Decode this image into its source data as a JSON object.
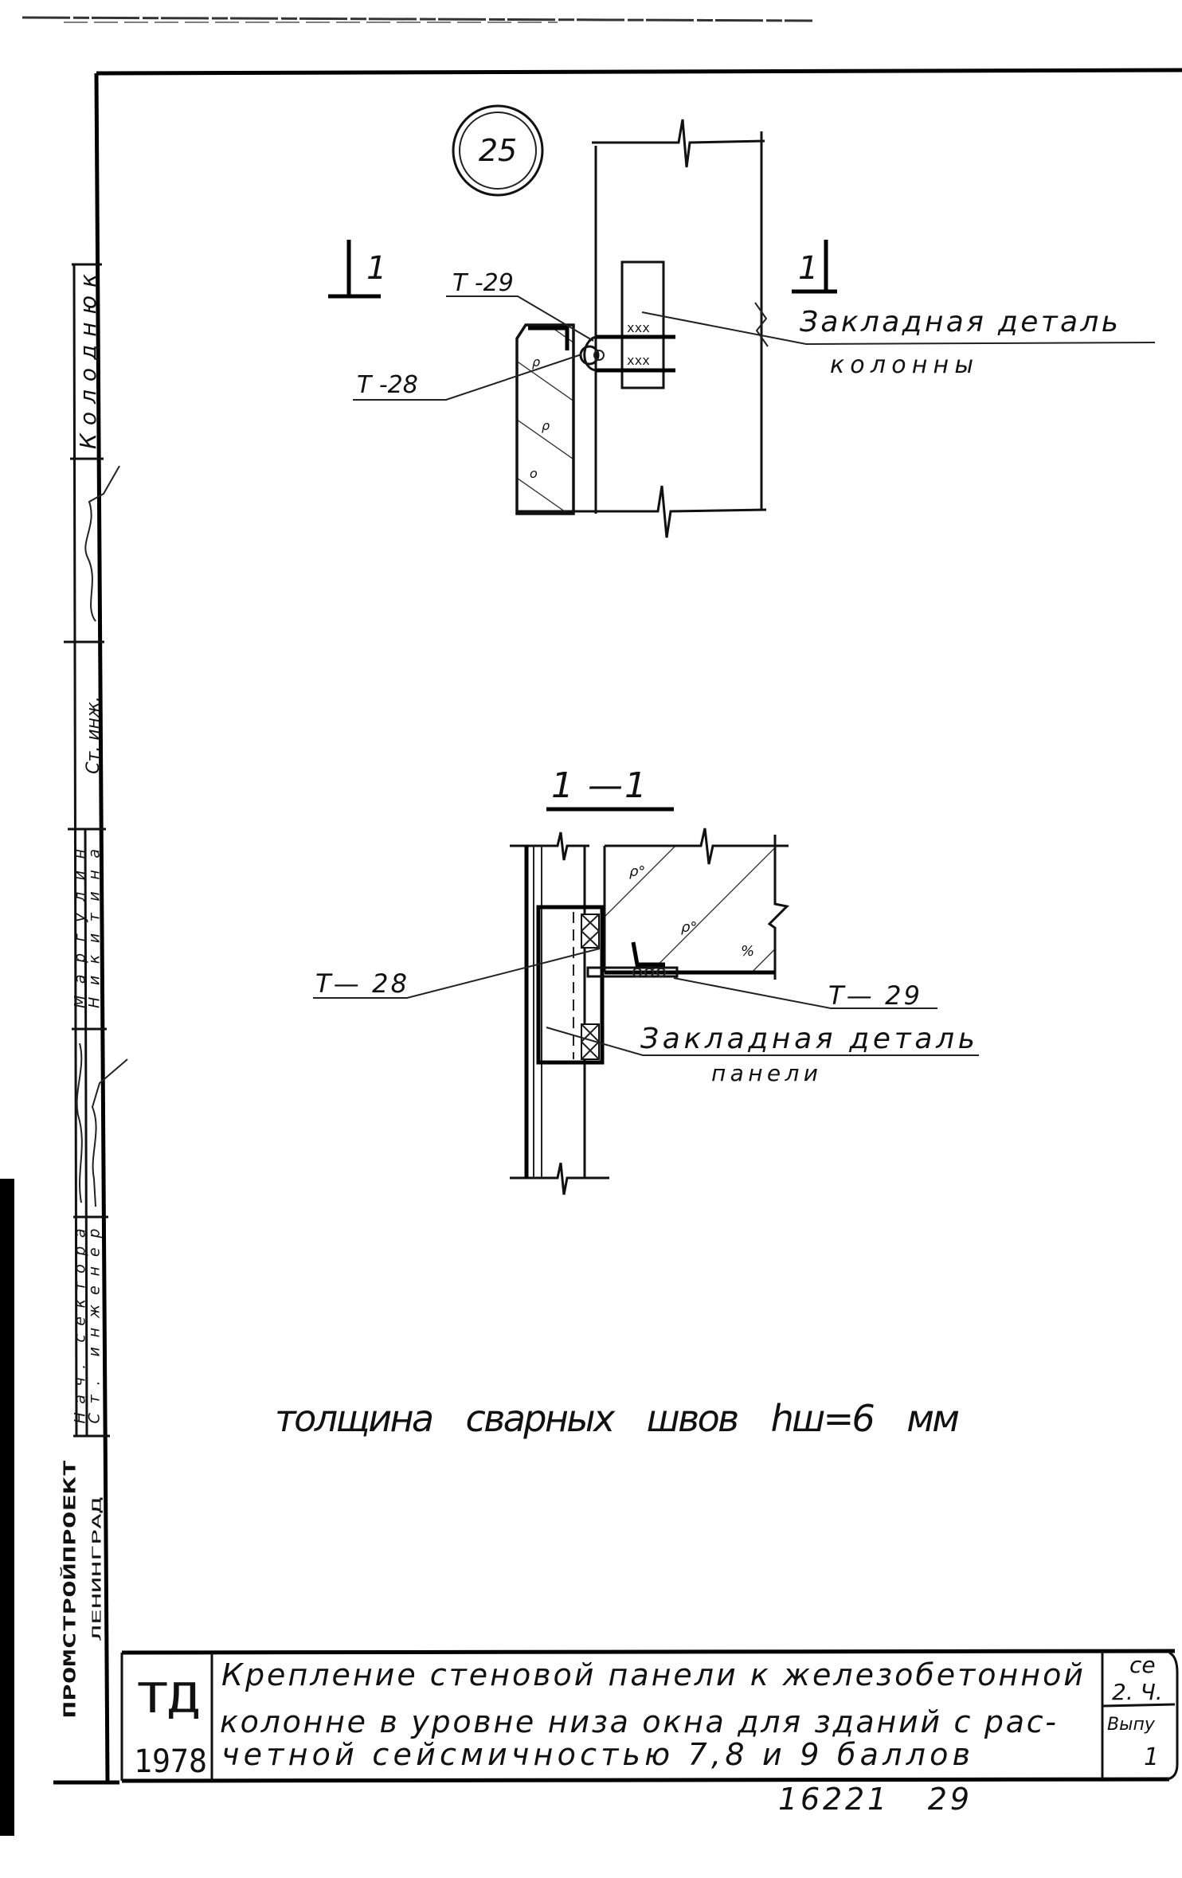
{
  "sheet_mark": "25",
  "plan_view": {
    "section_mark_left": "1",
    "section_mark_right": "1",
    "label_t29": "Т -29",
    "label_t28": "Т -28",
    "embedded_label_line1": "Закладная деталь",
    "embedded_label_line2": "колонны"
  },
  "section_view": {
    "title": "1 —1",
    "label_t28": "Т— 28",
    "label_t29": "Т— 29",
    "embedded_label_line1": "Закладная деталь",
    "embedded_label_line2": "панели"
  },
  "note": "толщина сварных швов hш=6 мм",
  "stamp": {
    "top_name": "Колоднюк",
    "top_role": "Ст. инж.",
    "role_1": "Нач. сектора",
    "role_2": "Ст. инженер",
    "name_1": "Маргулин",
    "name_2": "Никитина"
  },
  "organization": {
    "name": "ПРОМСТРОЙПРОЕКТ",
    "city": "ЛЕНИНГРАД"
  },
  "title_block": {
    "code": "ТД",
    "year": "1978",
    "title_lines": [
      "Крепление стеновой панели к железобетонной",
      "колонне в уровне низа окна для зданий с рас-",
      "четной сейсмичностью 7,8 и 9 баллов"
    ],
    "series_label": "се",
    "series_value": "2. Ч.",
    "issue_label": "Выпу",
    "issue_value": "1"
  },
  "sheet_number": "16221   29",
  "colors": {
    "ink": "#111111",
    "paper": "#ffffff"
  }
}
